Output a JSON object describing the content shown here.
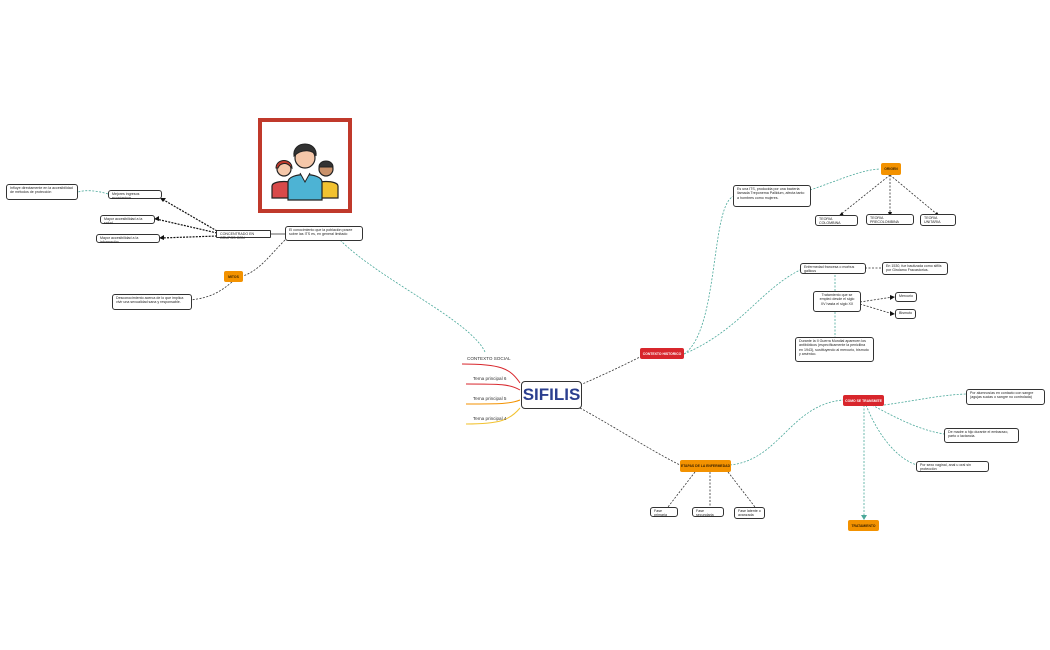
{
  "colors": {
    "center_text": "#2b3f8f",
    "orange": "#f39200",
    "red": "#d8262c",
    "teal": "#4aa89a",
    "dark_connector": "#333333",
    "branch_red": "#d8262c",
    "branch_orange": "#f39200",
    "branch_yellow": "#f2c230"
  },
  "center": {
    "label": "SIFILIS"
  },
  "branches_left": [
    {
      "label": "CONTEXTO SOCIAL"
    },
    {
      "label": "Tema principal 6"
    },
    {
      "label": "Tema principal 5"
    },
    {
      "label": "Tema principal 4"
    }
  ],
  "social": {
    "main_text": "El conocimiento que la población posee sobre las ITS es, en general limitado",
    "concentrado": "CONCENTRADO EN GRUPOS CON",
    "mejores_ingresos": "Mejores ingresos económicos",
    "influye": "Influye directamente en la accesibilidad de métodos de protección",
    "mayor_salud": "Mayor accesibilidad a la salud",
    "mayor_info": "Mayor accesibilidad a la información",
    "mitos": "MITOS",
    "desconocimiento": "Desconocimiento acerca de lo que implica vivir una sexualidad sana y responsable.",
    "image_icon": "people-group-icon"
  },
  "historico": {
    "label": "CONTEXTO HISTORICO",
    "origen": "ORIGEN",
    "definicion": "Es una ITS, producida por una bacteria llamada Treponema Pallidum, afecta tanto a hombres como mujeres.",
    "teorias": [
      "TEORIA COLOMBINA",
      "TEORIA PRECOLOMBINA",
      "TEORIA UNITARIA"
    ],
    "enfermedad": "Enfermedad francesa o morbus gallicus",
    "anio_1530": "En 1530, fue bautizada como sifilis por Girolamo Fracastorius.",
    "tratamiento_antiguo": "Tratamiento que se empleó desde el siglo XV hasta el siglo XX",
    "mercurio": "Mercurio",
    "bismuto": "Bismuto",
    "segunda_guerra": "Durante la II Guerra Mundial aparecen los antibióticos (específicamente la penicilina en 1943), sustituyendo al mercurio, bismuto y arsénico."
  },
  "transmite": {
    "label": "COMO SE TRANSMITE",
    "contacto": "Por alumnos/as en contacto con sangre (agujas sucias o sangre no controlada)",
    "madre": "De madre a hijo durante el embarazo, parto o lactancia.",
    "sexo": "Por sexo vaginal, anal u oral sin protección",
    "tratamiento": "TRATAMIENTO"
  },
  "etapas": {
    "label": "ETAPAS DE LA ENFERMEDAD",
    "fases": [
      "Fase primaria",
      "Fase secundaria",
      "Fase latente o avanzada"
    ]
  }
}
